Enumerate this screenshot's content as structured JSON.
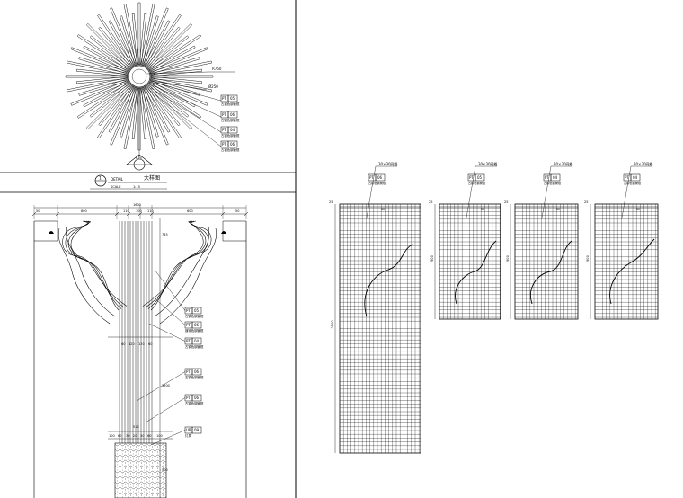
{
  "detail_title": {
    "number": "1",
    "label_en": "DETAIL",
    "label_cn": "大样图",
    "scale_label": "SCALE",
    "scale_value": "1:15"
  },
  "sun_labels": {
    "radius": "R750",
    "diameter": "Ø250",
    "tags": [
      {
        "code": "PT",
        "num": "05",
        "desc": "古铜色钢管框"
      },
      {
        "code": "PT",
        "num": "06",
        "desc": "古铜色钢管框"
      },
      {
        "code": "PT",
        "num": "04",
        "desc": "古铜色钢管框"
      },
      {
        "code": "PT",
        "num": "06",
        "desc": "古铜色钢管框"
      }
    ],
    "bottom_ref": "R25"
  },
  "elevation": {
    "overall_width": "1600",
    "dim_segments": [
      "50",
      "600",
      "110",
      "100",
      "110",
      "600",
      "50"
    ],
    "right_height": "745",
    "mid_height": "3500",
    "footing_height": "500",
    "stem_dims": [
      "60",
      "120",
      "120",
      "60"
    ],
    "base_dims": [
      "100",
      "60",
      "30",
      "20",
      "30",
      "60",
      "100"
    ],
    "base_total": "510",
    "tags": [
      {
        "code": "PT",
        "num": "05",
        "desc": "古铜色钢管框"
      },
      {
        "code": "PT",
        "num": "06",
        "desc": "镀锌色钢管框"
      },
      {
        "code": "PT",
        "num": "04",
        "desc": "古铜色钢管框"
      },
      {
        "code": "PT",
        "num": "06",
        "desc": "古铜色钢管框"
      },
      {
        "code": "PT",
        "num": "06",
        "desc": "古铜色钢管框"
      },
      {
        "code": "UP",
        "num": "09",
        "desc": "灯具"
      }
    ]
  },
  "panels": [
    {
      "mesh": "30×30网格",
      "tag_code": "PT",
      "tag_num": "06",
      "tag_desc": "古铜色钢管框",
      "width_dim": "25",
      "height_dim": "2500",
      "top_dim": "60"
    },
    {
      "mesh": "30×30网格",
      "tag_code": "PT",
      "tag_num": "05",
      "tag_desc": "古铜色钢管框",
      "width_dim": "25",
      "height_dim": "900",
      "top_dim": "60"
    },
    {
      "mesh": "30×30网格",
      "tag_code": "PT",
      "tag_num": "04",
      "tag_desc": "古铜色钢管框",
      "width_dim": "25",
      "height_dim": "900",
      "top_dim": "60"
    },
    {
      "mesh": "30×30网格",
      "tag_code": "PT",
      "tag_num": "04",
      "tag_desc": "古铜色钢管框",
      "width_dim": "25",
      "height_dim": "900",
      "top_dim": "60"
    }
  ],
  "colors": {
    "line": "#000000",
    "background": "#ffffff",
    "hatch": "#555555"
  }
}
